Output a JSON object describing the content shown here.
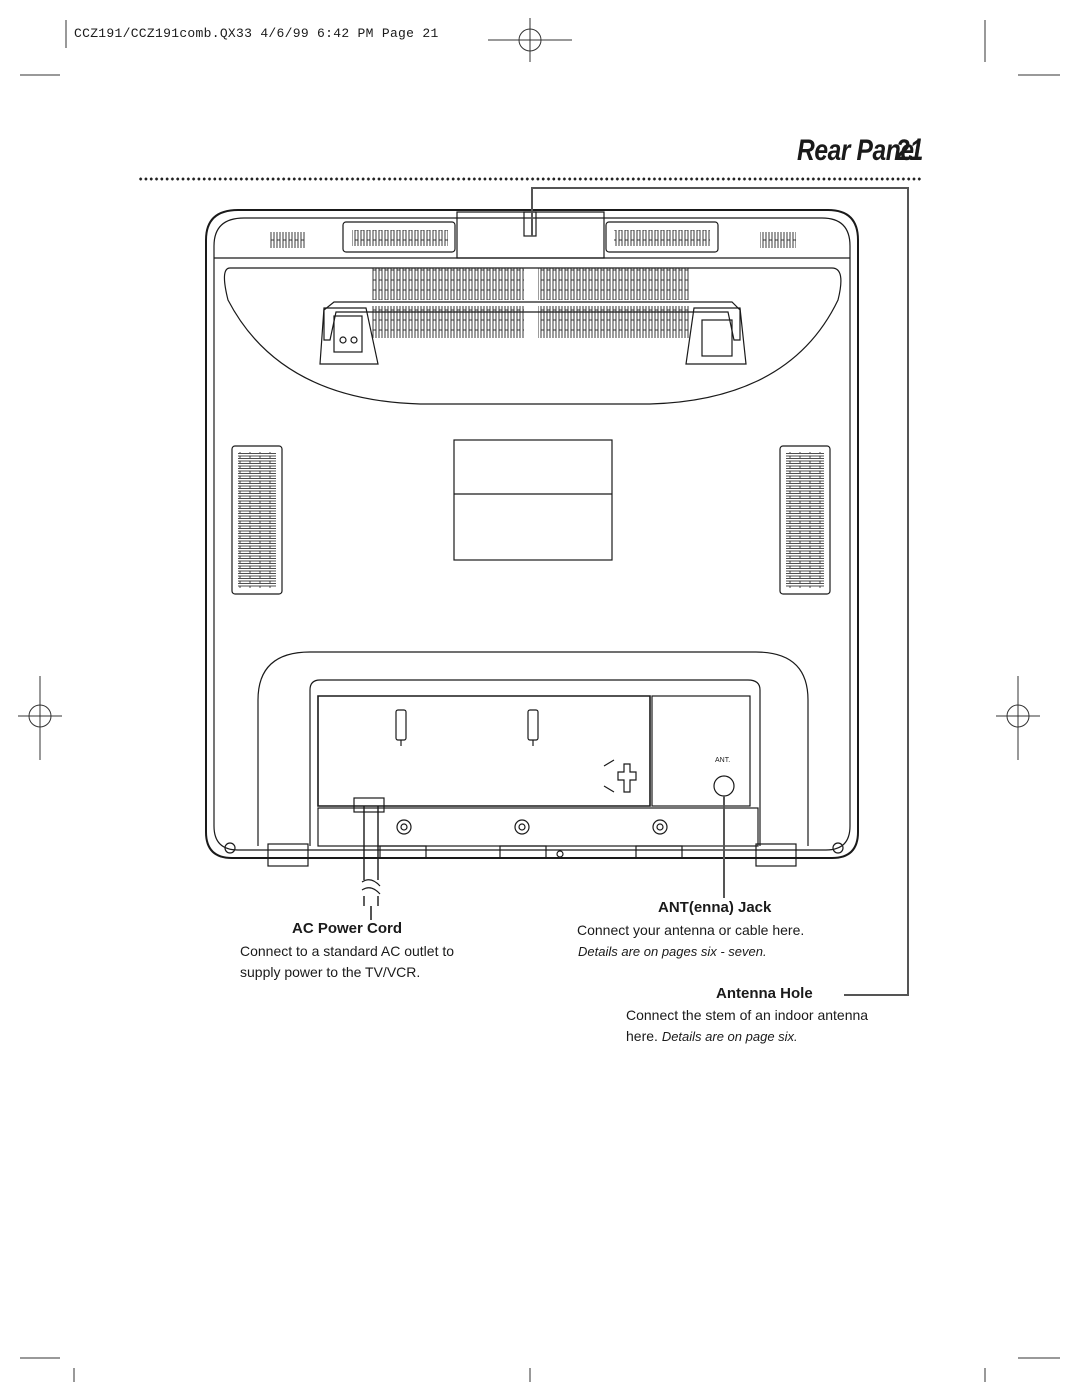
{
  "slug_line": "CCZ191/CCZ191comb.QX33   4/6/99  6:42 PM   Page 21",
  "page": {
    "title": "Rear Panel",
    "number": "21"
  },
  "diagram": {
    "ant_port_label": "ANT."
  },
  "callouts": {
    "ac_power_cord": {
      "heading": "AC Power Cord",
      "line1": "Connect to a standard AC outlet to",
      "line2": "supply power to the TV/VCR."
    },
    "antenna_jack": {
      "heading": "ANT(enna) Jack",
      "line1": "Connect your antenna or cable here.",
      "note": "Details are on pages six - seven."
    },
    "antenna_hole": {
      "heading": "Antenna Hole",
      "line1": "Connect the stem of an indoor antenna",
      "line2_plain": "here.",
      "line2_note": "Details are on page six."
    }
  }
}
